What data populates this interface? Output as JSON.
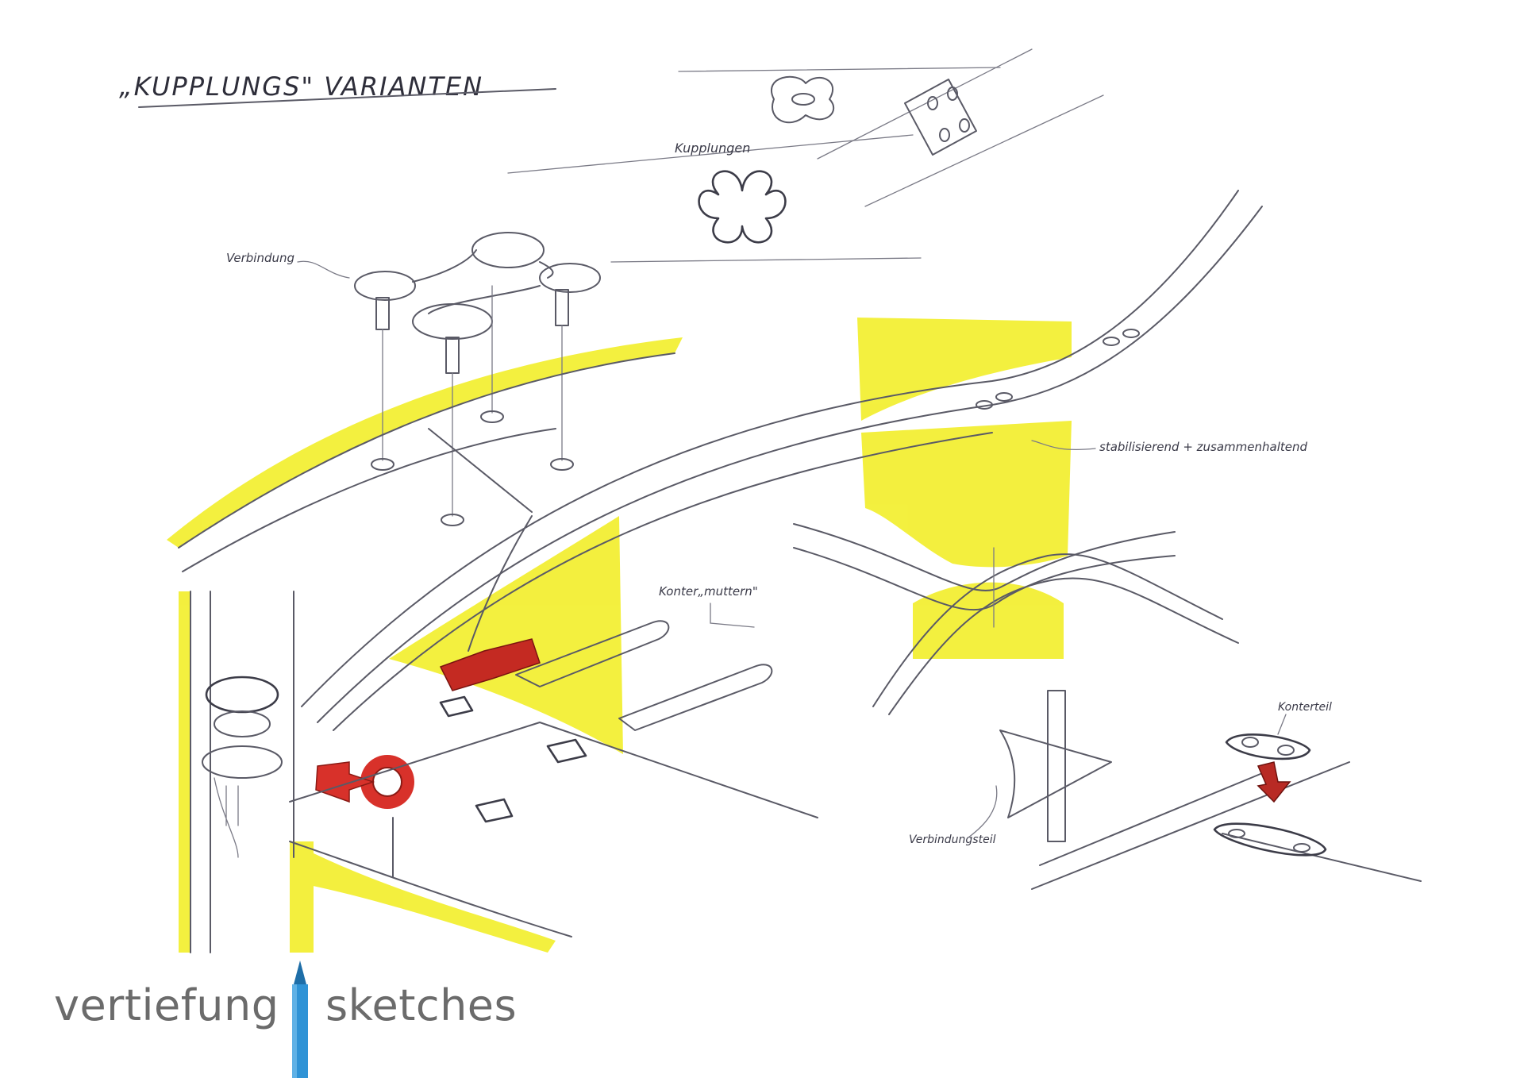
{
  "title": "„KUPPLUNGS\" VARIANTEN",
  "labels": {
    "kupplungen": "Kupplungen",
    "verbindung": "Verbindung",
    "kontermuttern": "Konter„muttern\"",
    "stabilisierend": "stabilisierend + zusammenhaltend",
    "konterteil": "Konterteil",
    "verbindungsteil": "Verbindungsteil"
  },
  "brand": {
    "left": "vertiefung",
    "right": "sketches"
  },
  "colors": {
    "highlight": "#f2ee2a",
    "accent_red": "#d8312a",
    "pencil_blue": "#2f93d6",
    "text_gray": "#6b6b6b"
  }
}
